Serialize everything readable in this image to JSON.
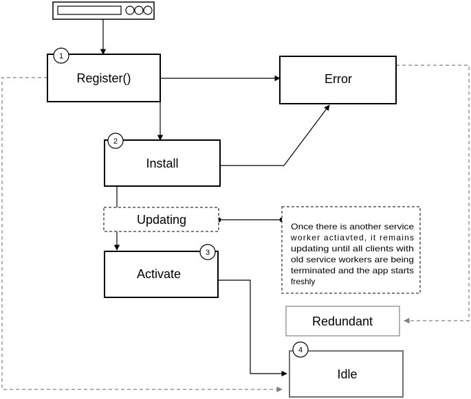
{
  "nodes": {
    "register": {
      "label": "Register()",
      "step": "1"
    },
    "install": {
      "label": "Install",
      "step": "2"
    },
    "activate": {
      "label": "Activate",
      "step": "3"
    },
    "idle": {
      "label": "Idle",
      "step": "4"
    },
    "error": {
      "label": "Error"
    },
    "updating": {
      "label": "Updating"
    },
    "redundant": {
      "label": "Redundant"
    }
  },
  "note": {
    "lines": [
      "Once there is another service",
      "worker actiavted, it remains",
      "updating until all clients with",
      "old service workers are being",
      "terminated and the app starts",
      "freshly"
    ]
  },
  "colors": {
    "stroke": "#000000",
    "dashed": "#7f7f7f",
    "redundant_border": "#9a9a9a",
    "idle_border": "#707070"
  }
}
